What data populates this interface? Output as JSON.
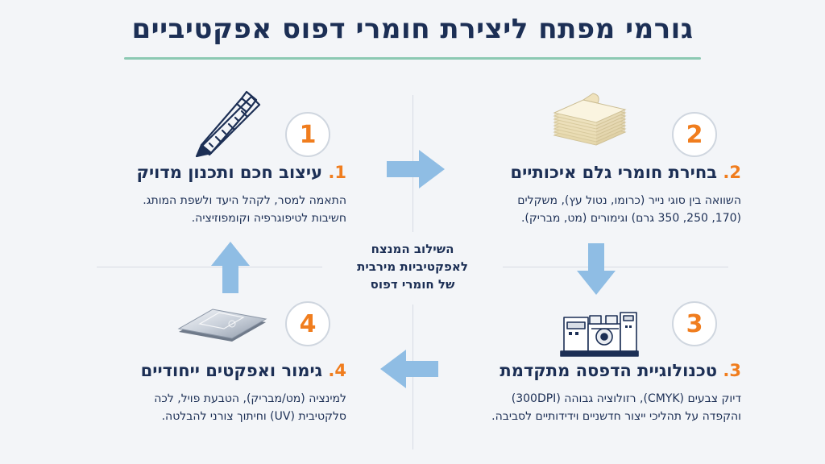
{
  "title": "גורמי מפתח ליצירת חומרי דפוס אפקטיביים",
  "center": {
    "line1": "השילוב המנצח",
    "line2": "לאפקטיביות מירבית",
    "line3": "של חומרי דפוס"
  },
  "steps": [
    {
      "number": "1",
      "num_label": "1.",
      "heading": "עיצוב חכם ותכנון מדויק",
      "desc_line1": "התאמה למסר, לקהל היעד ולשפת המותג.",
      "desc_line2": "חשיבות לטיפוגרפיה וקומפוזיציה.",
      "icon": "pen-ruler-icon"
    },
    {
      "number": "2",
      "num_label": "2.",
      "heading": "בחירת חומרי גלם איכותיים",
      "desc_line1": "השוואה בין סוגי נייר (כרומו, נטול עץ), משקלים",
      "desc_line2": "(170, 250, 350 גרם) וגימורים (מט, מבריק).",
      "icon": "paper-stack-icon"
    },
    {
      "number": "3",
      "num_label": "3.",
      "heading": "טכנולוגיית הדפסה מתקדמת",
      "desc_line1": "דיוק צבעים (CMYK), רזולוציה גבוהה (300DPI)",
      "desc_line2": "והקפדה על תהליכי ייצור חדשניים וידידותיים לסביבה.",
      "icon": "printing-press-icon"
    },
    {
      "number": "4",
      "num_label": "4.",
      "heading": "גימור ואפקטים ייחודיים",
      "desc_line1": "למינציה (מט/מבריק), הטבעת פויל, לכה",
      "desc_line2": "סלקטיבית (UV) וחיתוך צורני להבלטה.",
      "icon": "laminated-sheet-icon"
    }
  ],
  "colors": {
    "title": "#1c2f55",
    "accent_number": "#f07d1e",
    "arrow": "#8fbde4",
    "underline": "#8cc9b3"
  }
}
